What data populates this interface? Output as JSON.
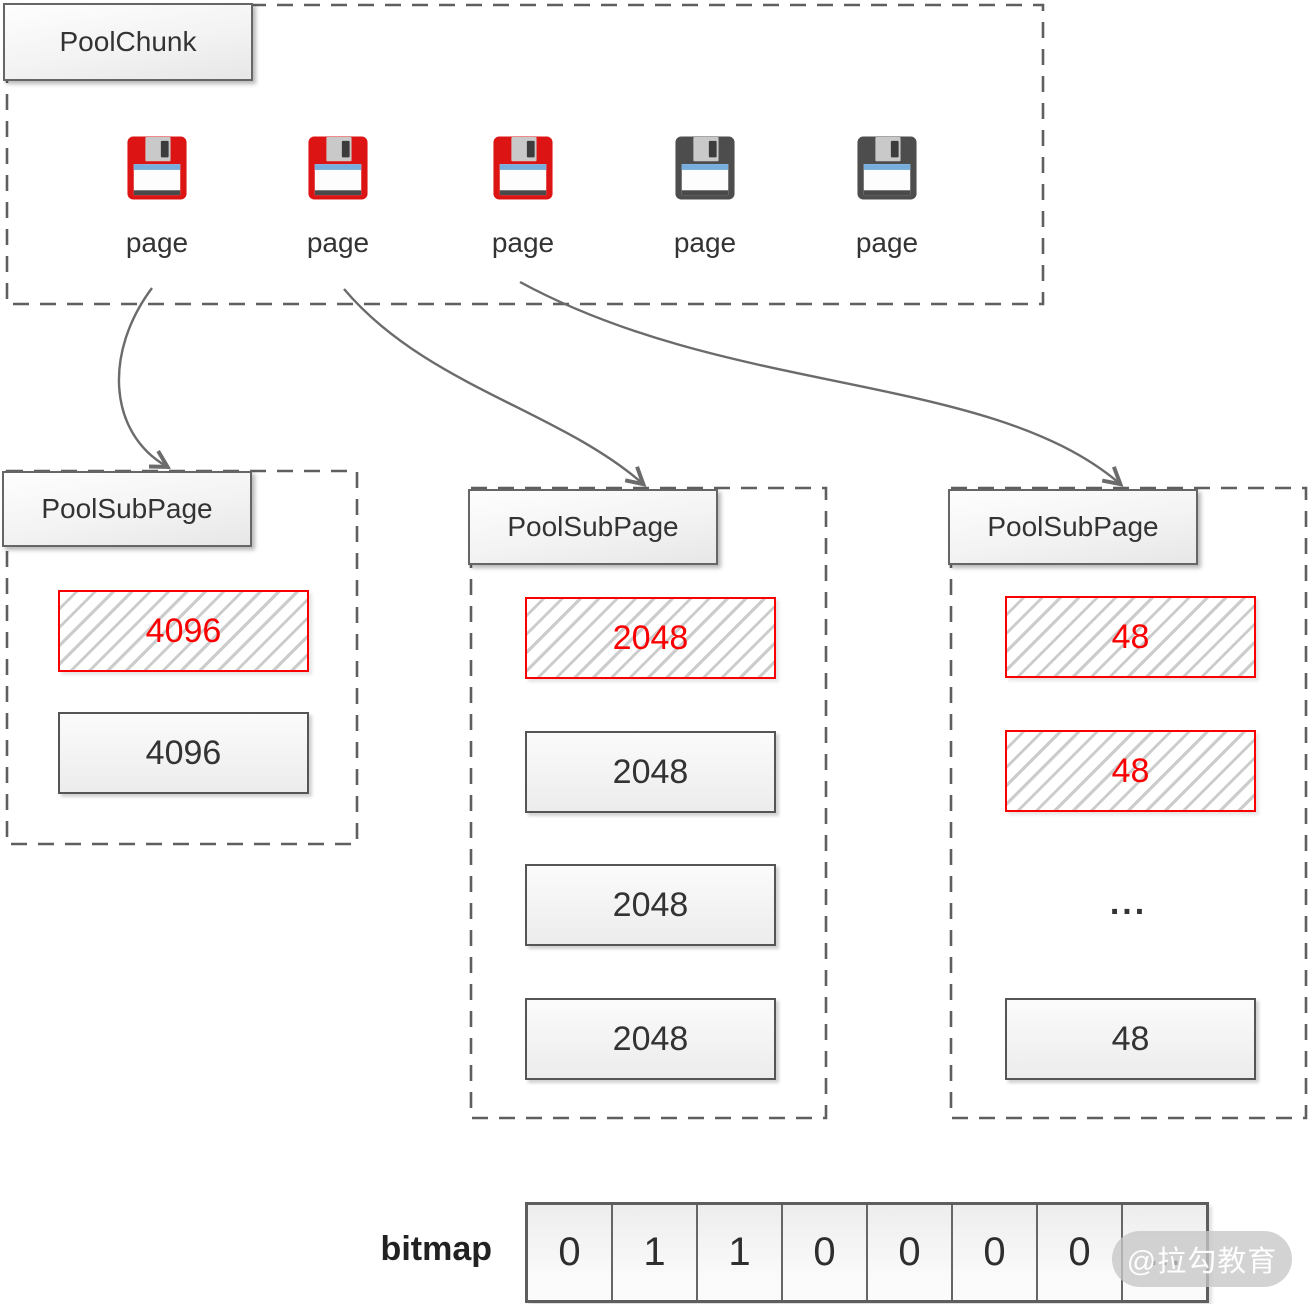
{
  "pool_chunk": {
    "title": "PoolChunk",
    "pages": [
      {
        "label": "page",
        "state": "used"
      },
      {
        "label": "page",
        "state": "used"
      },
      {
        "label": "page",
        "state": "used"
      },
      {
        "label": "page",
        "state": "free"
      },
      {
        "label": "page",
        "state": "free"
      }
    ]
  },
  "subpages": [
    {
      "title": "PoolSubPage",
      "blocks": [
        {
          "value": "4096",
          "allocated": true
        },
        {
          "value": "4096",
          "allocated": false
        }
      ]
    },
    {
      "title": "PoolSubPage",
      "blocks": [
        {
          "value": "2048",
          "allocated": true
        },
        {
          "value": "2048",
          "allocated": false
        },
        {
          "value": "2048",
          "allocated": false
        },
        {
          "value": "2048",
          "allocated": false
        }
      ]
    },
    {
      "title": "PoolSubPage",
      "blocks": [
        {
          "value": "48",
          "allocated": true
        },
        {
          "value": "48",
          "allocated": true
        },
        {
          "value": "...",
          "allocated": false,
          "type": "ellipsis"
        },
        {
          "value": "48",
          "allocated": false
        }
      ]
    }
  ],
  "bitmap": {
    "label": "bitmap",
    "cells": [
      "0",
      "1",
      "1",
      "0",
      "0",
      "0",
      "0",
      "..."
    ]
  },
  "watermark": {
    "text": "@拉勾教育"
  },
  "colors": {
    "allocated_accent": "#fb0000",
    "used_page": "#dd1414",
    "free_page": "#4d4d4d",
    "line": "#666666",
    "text": "#333333"
  }
}
